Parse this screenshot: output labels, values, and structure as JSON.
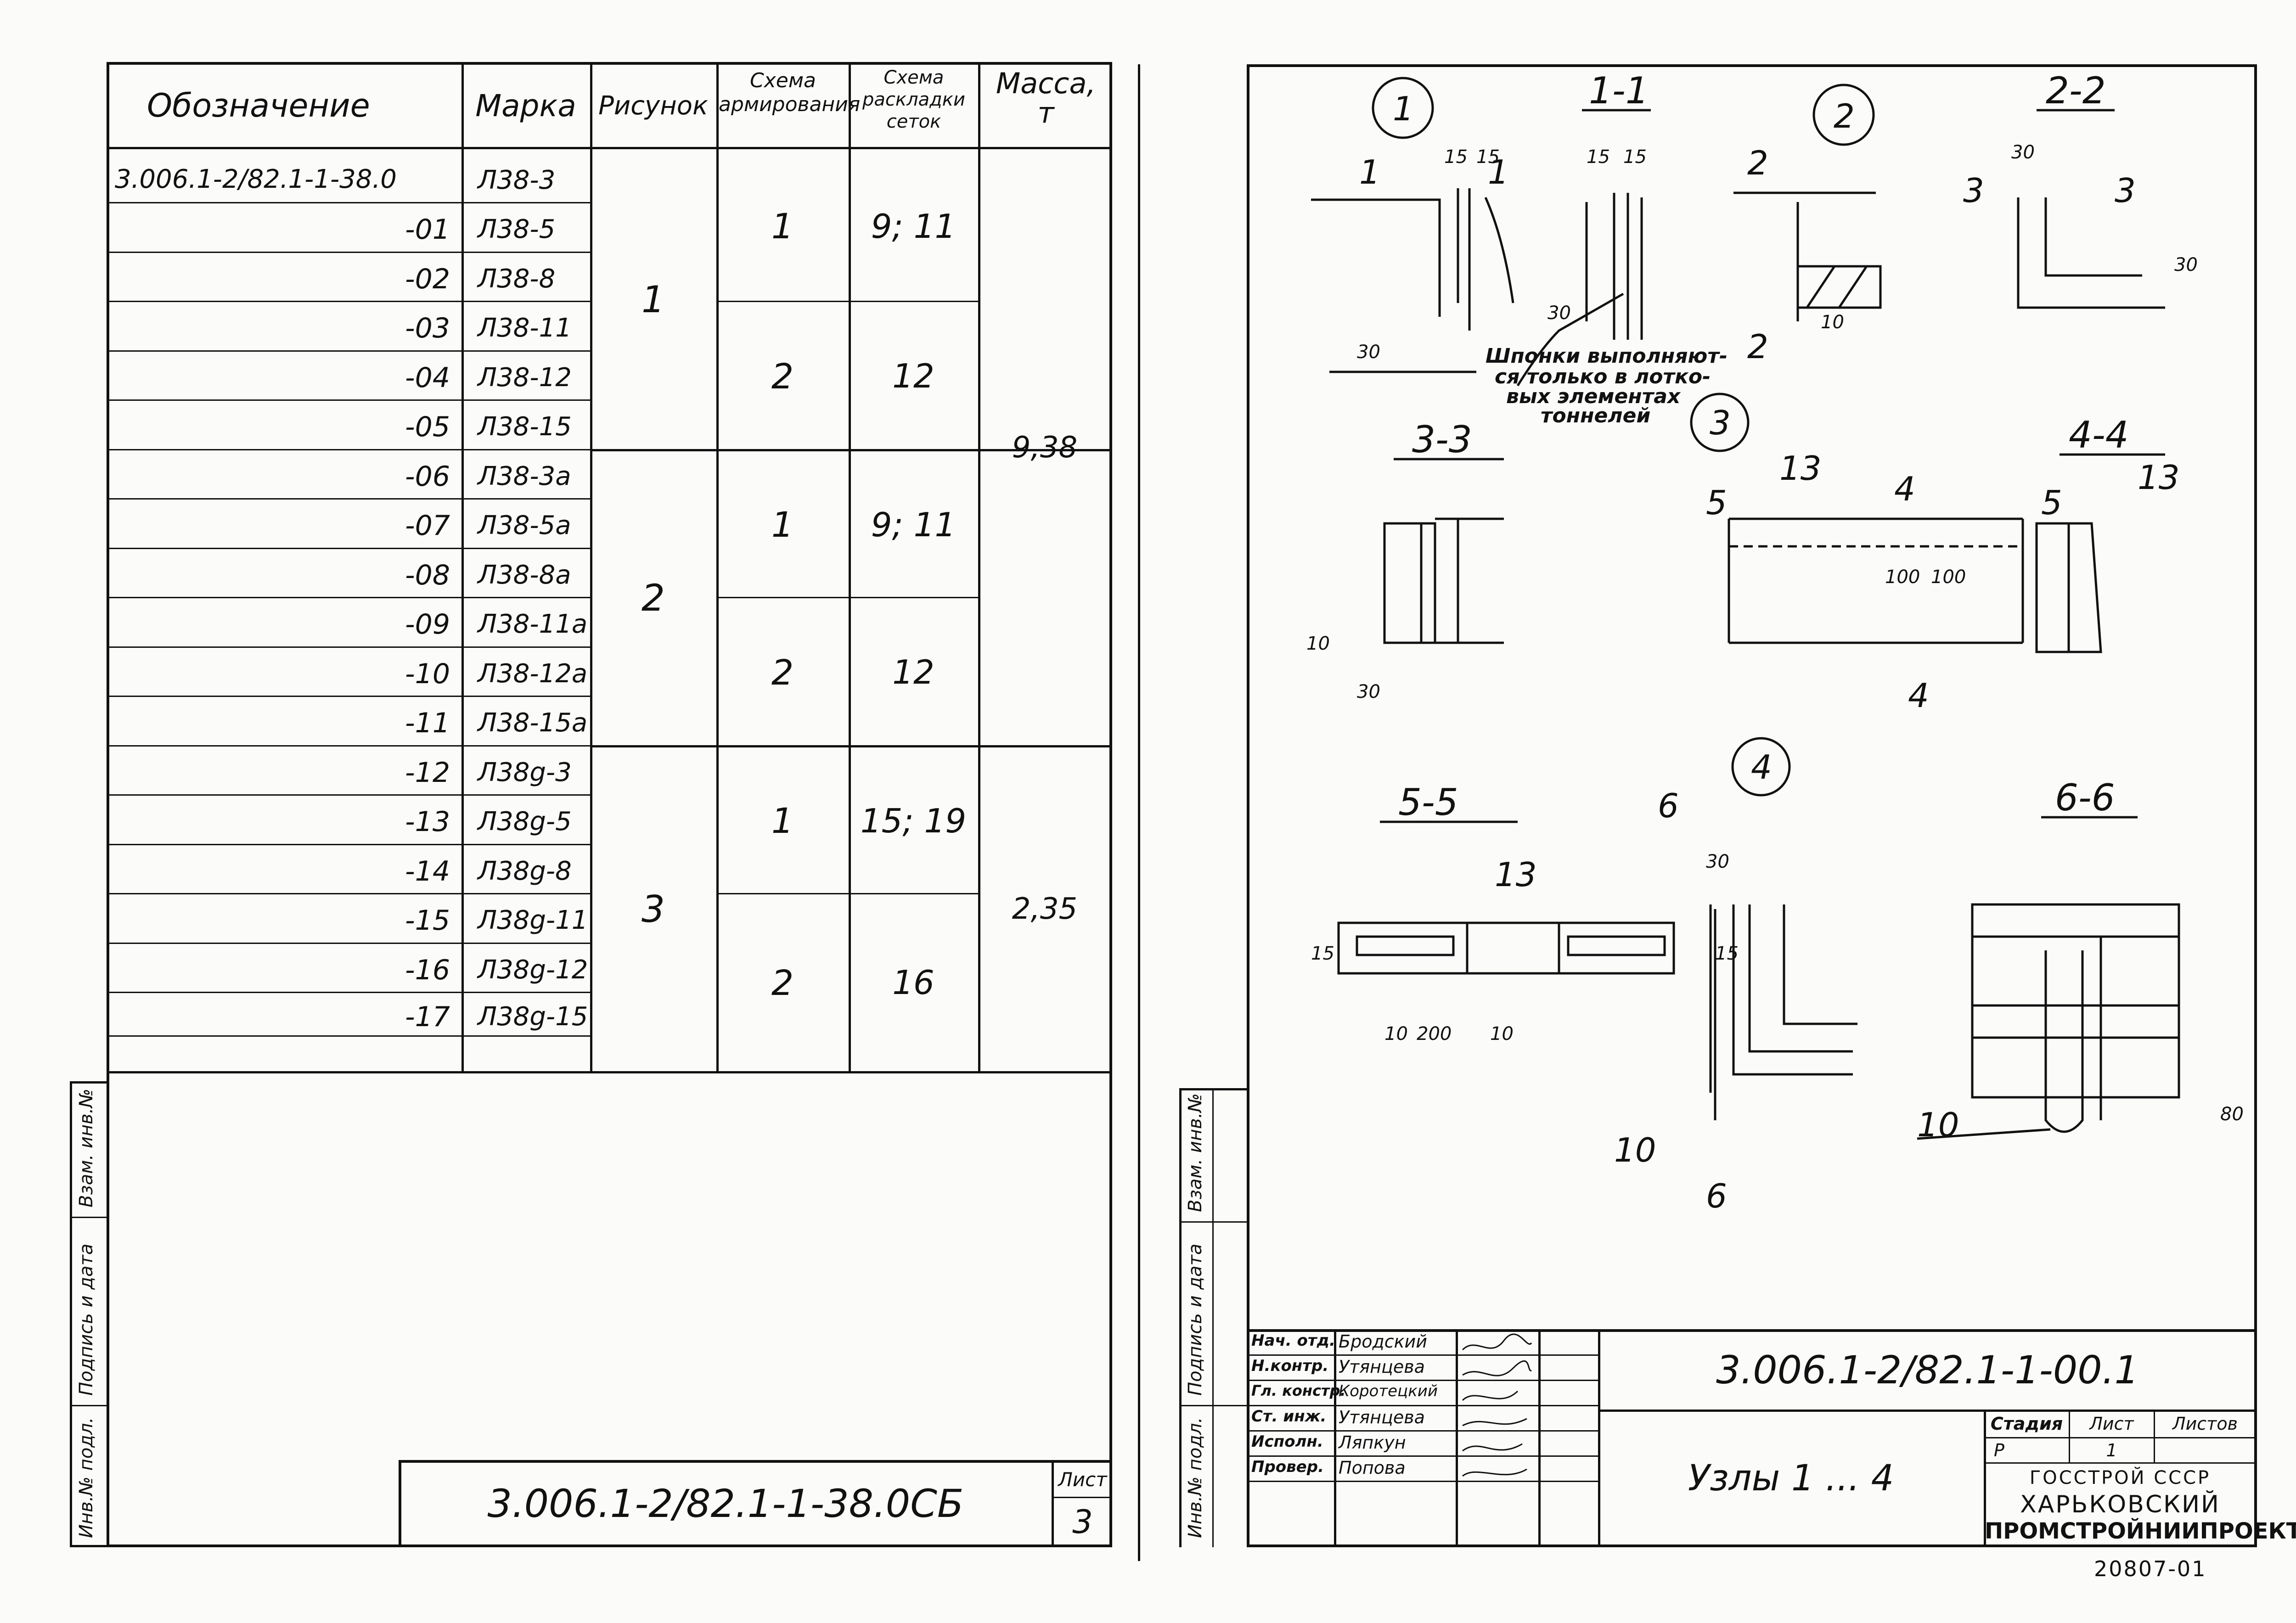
{
  "left_sheet": {
    "table_headers": {
      "designation": "Обозначение",
      "mark": "Марка",
      "figure": "Рисунок",
      "reinf_scheme": [
        "Схема",
        "армирования"
      ],
      "mesh_scheme": [
        "Схема",
        "раскладки",
        "сеток"
      ],
      "mass": [
        "Масса,",
        "т"
      ]
    },
    "rows": [
      {
        "designation": "3.006.1-2/82.1-1-38.0",
        "mark": "Л38-3"
      },
      {
        "designation": "-01",
        "mark": "Л38-5"
      },
      {
        "designation": "-02",
        "mark": "Л38-8"
      },
      {
        "designation": "-03",
        "mark": "Л38-11"
      },
      {
        "designation": "-04",
        "mark": "Л38-12"
      },
      {
        "designation": "-05",
        "mark": "Л38-15"
      },
      {
        "designation": "-06",
        "mark": "Л38-3а"
      },
      {
        "designation": "-07",
        "mark": "Л38-5а"
      },
      {
        "designation": "-08",
        "mark": "Л38-8а"
      },
      {
        "designation": "-09",
        "mark": "Л38-11а"
      },
      {
        "designation": "-10",
        "mark": "Л38-12а"
      },
      {
        "designation": "-11",
        "mark": "Л38-15а"
      },
      {
        "designation": "-12",
        "mark": "Л38g-3"
      },
      {
        "designation": "-13",
        "mark": "Л38g-5"
      },
      {
        "designation": "-14",
        "mark": "Л38g-8"
      },
      {
        "designation": "-15",
        "mark": "Л38g-11"
      },
      {
        "designation": "-16",
        "mark": "Л38g-12"
      },
      {
        "designation": "-17",
        "mark": "Л38g-15"
      }
    ],
    "figure_groups": [
      "1",
      "2",
      "3"
    ],
    "reinf_groups": [
      "1",
      "2",
      "1",
      "2",
      "1",
      "2"
    ],
    "mesh_groups": [
      "9; 11",
      "12",
      "9; 11",
      "12",
      "15; 19",
      "16"
    ],
    "mass_groups": [
      "9,38",
      "2,35"
    ],
    "side_labels": [
      "Инв.№ подл.",
      "Подпись и дата",
      "Взам. инв.№"
    ],
    "stamp_code": "3.006.1-2/82.1-1-38.0СБ",
    "sheet_label": "Лист",
    "sheet_number": "3"
  },
  "right_sheet": {
    "node_labels": [
      "1",
      "2",
      "3",
      "4"
    ],
    "section_labels": [
      "1-1",
      "2-2",
      "3-3",
      "4-4",
      "5-5",
      "6-6"
    ],
    "note": [
      "Шпонки выполняют-",
      "ся только в лотко-",
      "вых элементах",
      "тоннелей"
    ],
    "dims": {
      "d15": "15",
      "d10": "10",
      "d30": "30",
      "d100": "100",
      "d200": "200",
      "d80": "80",
      "m13": "13",
      "m10": "10",
      "s1": "1",
      "s2": "2",
      "s3": "3",
      "s4": "4",
      "s5": "5",
      "s6": "6"
    },
    "stamp_roles": [
      "Нач. отд.",
      "Н.контр.",
      "Гл. констр.",
      "Ст. инж.",
      "Исполн.",
      "Провер."
    ],
    "stamp_names": [
      "Бродский",
      "Утянцева",
      "Коротецкий",
      "Утянцева",
      "Ляпкун",
      "Попова"
    ],
    "stamp_code": "3.006.1-2/82.1-1-00.1",
    "stamp_title": "Узлы 1 ... 4",
    "stage_label": "Стадия",
    "sheet_label": "Лист",
    "sheets_label": "Листов",
    "stage": "Р",
    "sheet_num": "1",
    "org": [
      "ГОССТРОЙ СССР",
      "ХАРЬКОВСКИЙ",
      "ПРОМСТРОЙНИИПРОЕКТ"
    ],
    "archive_no": "20807-01",
    "side_labels": [
      "Инв.№ подл.",
      "Подпись и дата",
      "Взам. инв.№"
    ]
  }
}
